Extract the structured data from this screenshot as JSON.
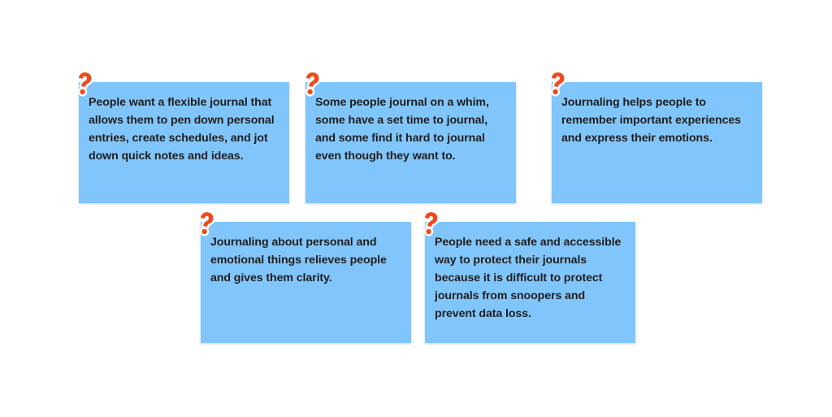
{
  "board": {
    "notes": [
      {
        "text": "People want a flexible journal that allows them to pen down personal entries, create schedules, and jot down quick notes and ideas."
      },
      {
        "text": "Some people journal on a whim, some have a set time to journal, and some find it hard to journal even though they want to."
      },
      {
        "text": "Journaling helps people to remember important experiences and express their emotions."
      },
      {
        "text": "Journaling about personal and emotional things relieves people and gives them clarity."
      },
      {
        "text": "People need a safe and accessible way to protect their journals because it is difficult to protect journals from snoopers and prevent data loss."
      }
    ],
    "note_color": "#80c6fd",
    "text_color": "#1e1e1e",
    "marker_icon": "question-mark-icon",
    "marker_color": "#ee4a1f"
  }
}
